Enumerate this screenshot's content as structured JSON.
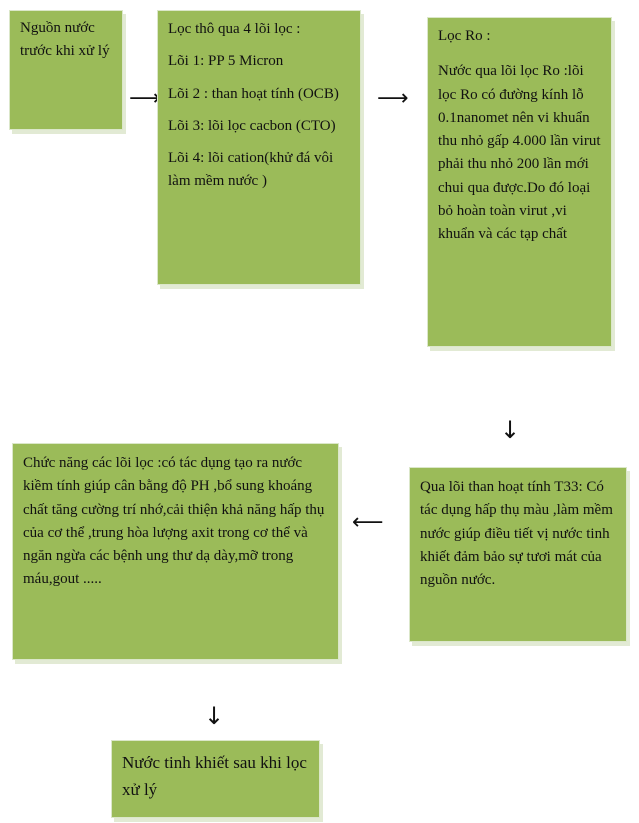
{
  "boxes": {
    "source": {
      "text": "Nguồn nước trước khi xử lý"
    },
    "coarse": {
      "title": "Lọc thô qua 4 lõi lọc :",
      "lines": [
        "Lõi 1: PP 5 Micron",
        "Lõi 2 : than hoạt tính (OCB)",
        "Lõi 3: lõi lọc cacbon (CTO)",
        "Lõi 4: lõi cation(khử đá vôi làm mềm nước )"
      ]
    },
    "ro": {
      "title": "Lọc Ro :",
      "body": "Nước qua lõi lọc Ro :lõi lọc Ro có đường kính lỗ 0.1nanomet nên vi khuẩn thu nhỏ gấp 4.000 lần virut phải thu nhỏ 200 lần mới chui qua được.Do đó loại bỏ hoàn toàn virut ,vi khuẩn và các tạp chất"
    },
    "t33": {
      "text": "Qua lõi than hoạt tính T33: Có tác dụng hấp thụ màu ,làm mềm nước giúp điều tiết vị nước tinh khiết đảm bảo sự tươi mát của nguồn nước."
    },
    "function": {
      "text": "Chức năng các lõi lọc :có tác dụng tạo ra nước kiềm tính giúp cân bằng độ PH ,bổ sung khoáng chất tăng cường trí nhớ,cải thiện khả năng hấp thụ của cơ thể ,trung hòa lượng axit trong cơ thể và ngăn ngừa các bệnh ung thư dạ dày,mỡ trong máu,gout ....."
    },
    "result": {
      "text": "Nước tinh khiết sau khi lọc xử lý"
    }
  },
  "arrows": {
    "right": "⟶",
    "down": "↓",
    "left": "⟵"
  },
  "colors": {
    "box_fill": "#9bbb59",
    "box_shadow": "#e2ead4"
  }
}
